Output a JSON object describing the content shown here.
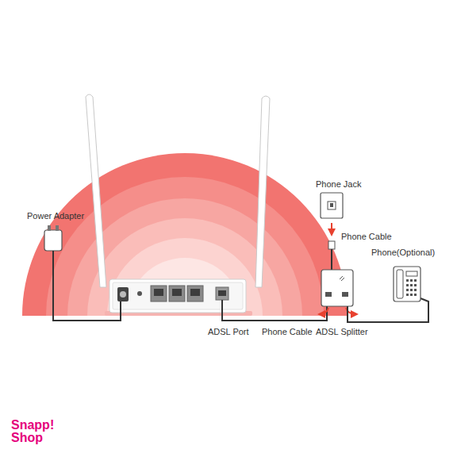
{
  "diagram": {
    "labels": [
      "Power Adapter",
      "Phone Jack",
      "Phone Cable",
      "Phone(Optional)",
      "ADSL Port",
      "Phone Cable",
      "ADSL Splitter",
      "Snapp! Shop"
    ]
  }
}
